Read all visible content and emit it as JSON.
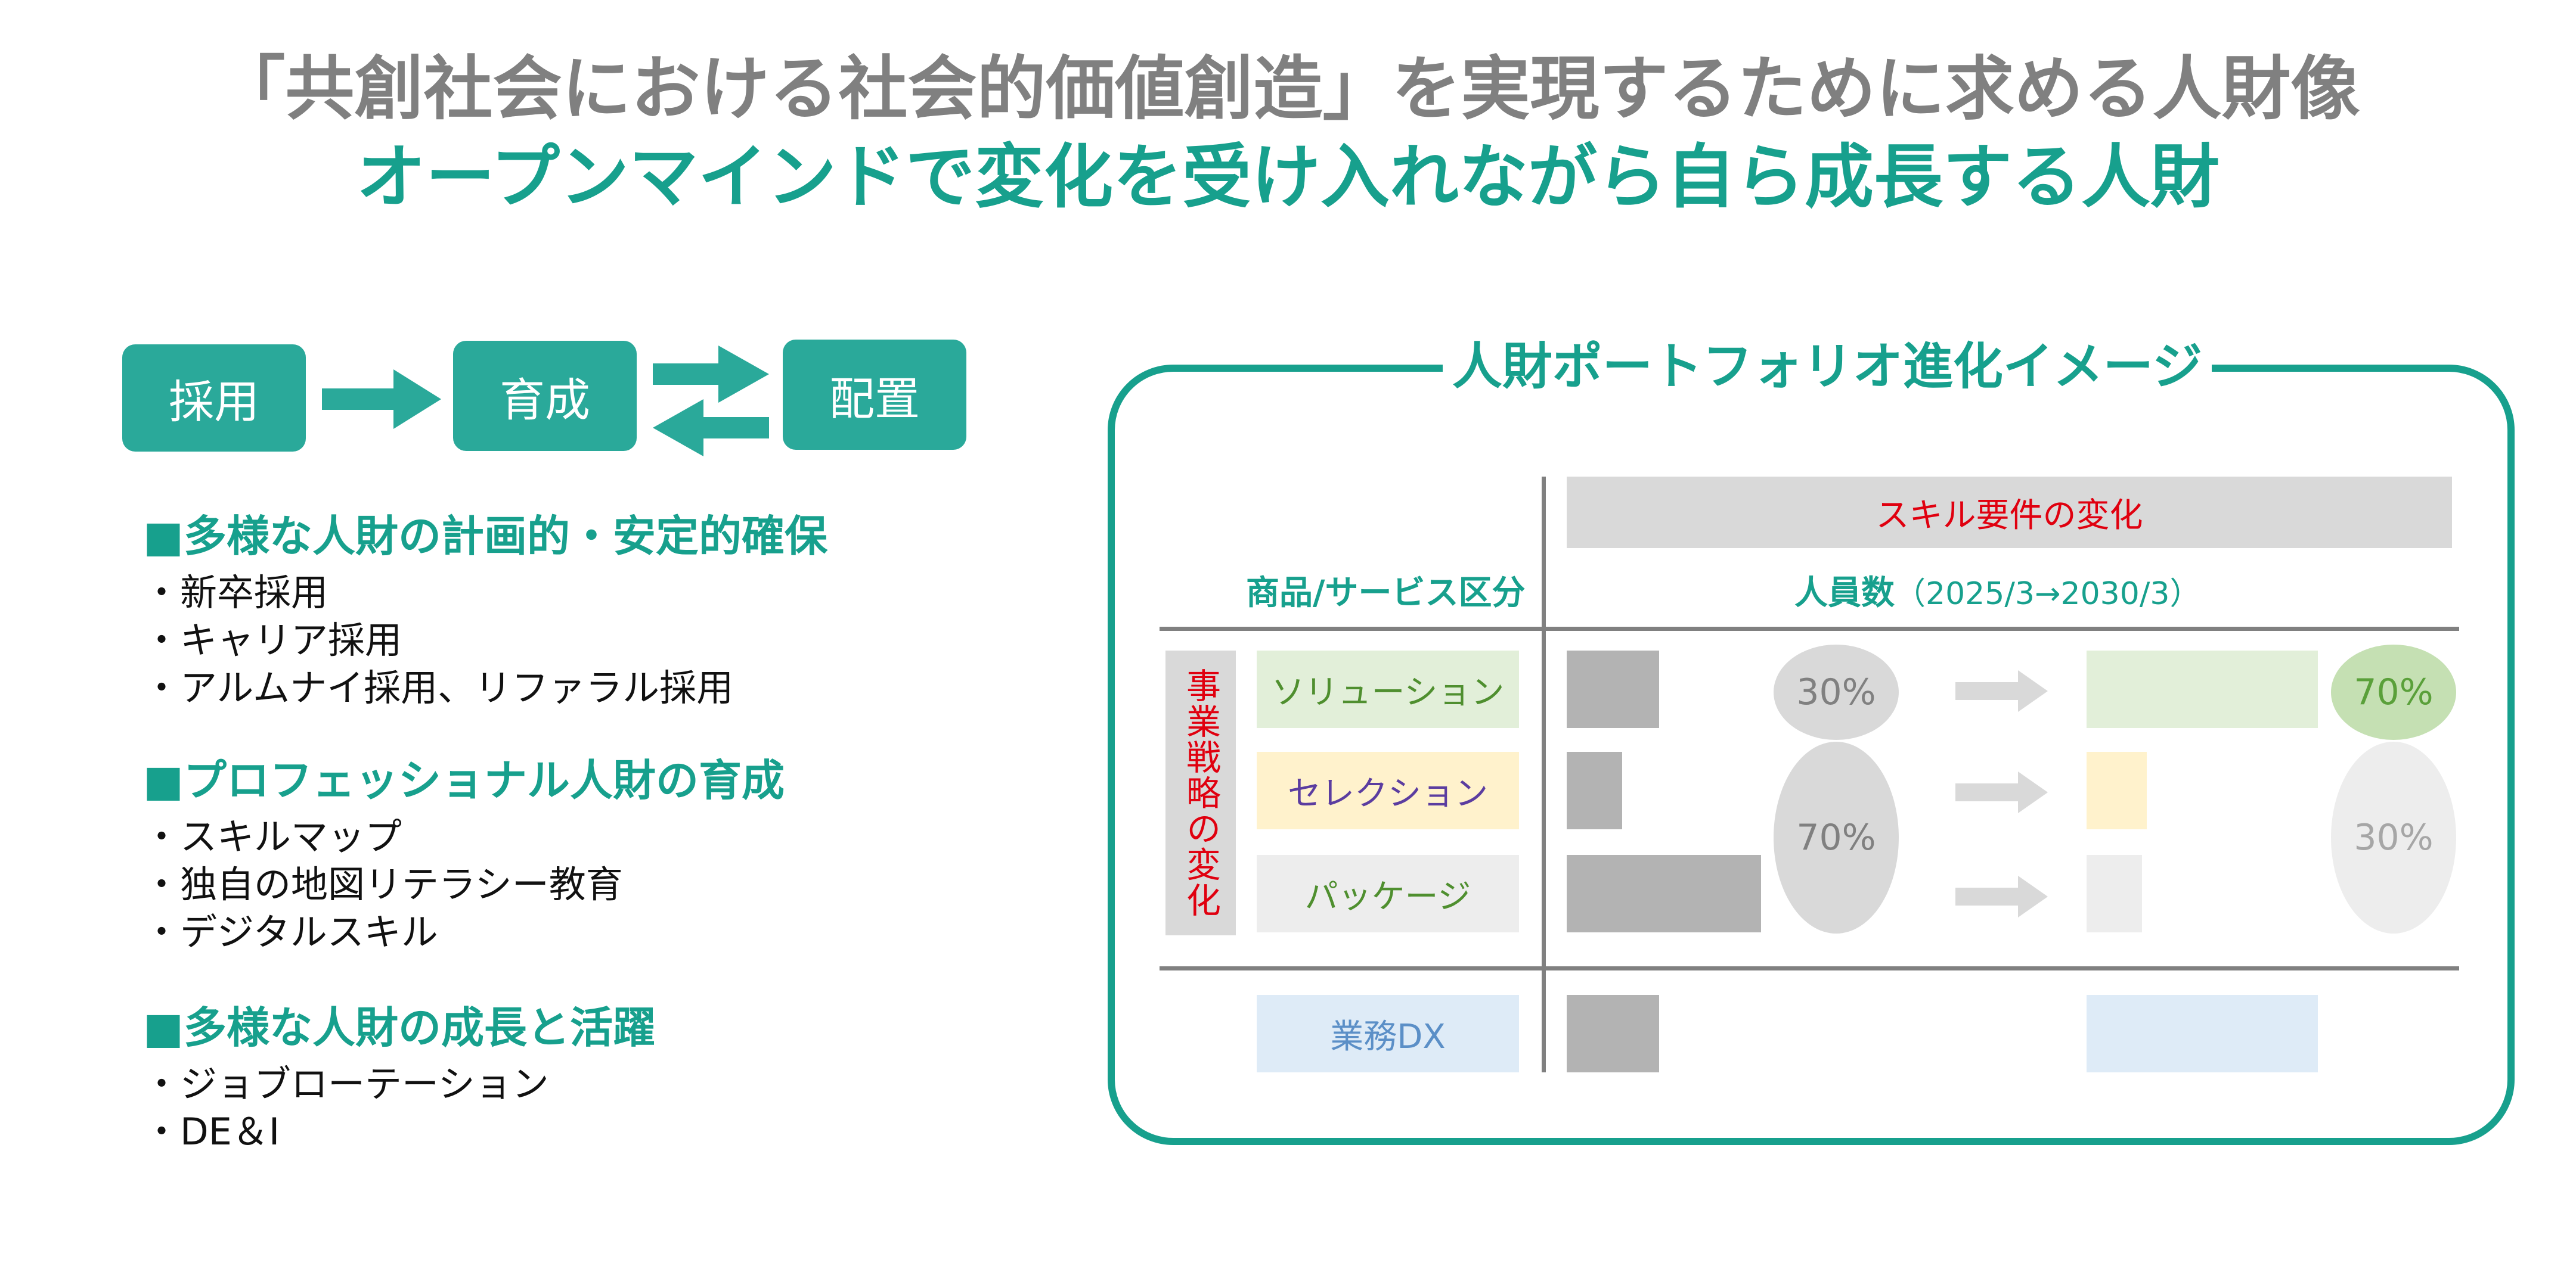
{
  "header": {
    "title": "「共創社会における社会的価値創造」を実現するために求める人財像",
    "subtitle": "オープンマインドで変化を受け入れながら自ら成長する人財"
  },
  "flow": {
    "steps": [
      "採用",
      "育成",
      "配置"
    ]
  },
  "sections": [
    {
      "title": "■多様な人財の計画的・安定的確保",
      "items": [
        "新卒採用",
        "キャリア採用",
        "アルムナイ採用、リファラル採用"
      ]
    },
    {
      "title": "■プロフェッショナル人財の育成",
      "items": [
        "スキルマップ",
        "独自の地図リテラシー教育",
        "デジタルスキル"
      ]
    },
    {
      "title": "■多様な人財の成長と活躍",
      "items": [
        "ジョブローテーション",
        "DE＆I"
      ]
    }
  ],
  "panel": {
    "title": "人財ポートフォリオ進化イメージ",
    "skill_header": "スキル要件の変化",
    "category_header": "商品/サービス区分",
    "headcount_header": "人員数",
    "period": "（2025/3→2030/3）",
    "strategy_label": "事業戦略の変化",
    "colors": {
      "accent": "#17a08d",
      "red": "#e0000f",
      "bar_before": "#b3b3b3"
    }
  },
  "chart_data": {
    "type": "bar",
    "categories": [
      "ソリューション",
      "セレクション",
      "パッケージ",
      "業務DX"
    ],
    "series": [
      {
        "name": "2025/3",
        "values": [
          1.0,
          0.6,
          2.1,
          1.0
        ]
      },
      {
        "name": "2030/3",
        "values": [
          2.5,
          0.65,
          0.6,
          2.5
        ]
      }
    ],
    "category_colors": [
      "#e2efd9",
      "#fff2cc",
      "#ededed",
      "#deebf7"
    ],
    "category_text_colors": [
      "#4f8f2f",
      "#5b3da0",
      "#4f8f2f",
      "#5b8fc7"
    ],
    "shares": {
      "before": {
        "ソリューション": "30%",
        "セレクション・パッケージ": "70%"
      },
      "after": {
        "ソリューション": "70%",
        "セレクション・パッケージ": "30%"
      }
    }
  }
}
